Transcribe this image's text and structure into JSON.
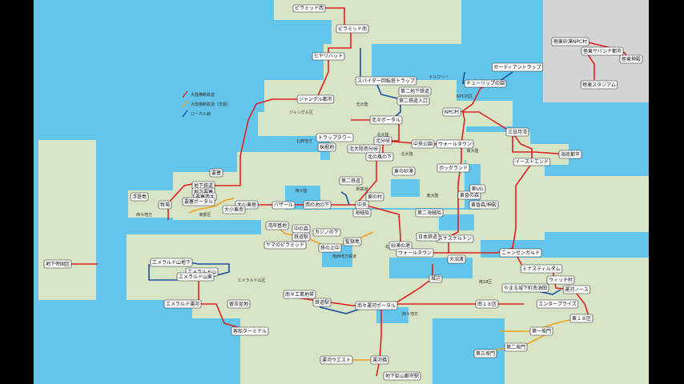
{
  "colors": {
    "sea": "#63c5ec",
    "land": "#d8e4c6",
    "offmap": "#d4d4d4",
    "main": "#e02020",
    "branch": "#f0a020",
    "local": "#1a4ea0",
    "border": "#000000"
  },
  "legend": {
    "items": [
      {
        "label": "大陸横断鉄道",
        "color": "#e02020"
      },
      {
        "label": "大陸横断鉄道（支線）",
        "color": "#f0a020"
      },
      {
        "label": "ローカル線",
        "color": "#1a4ea0"
      }
    ]
  },
  "stations": [
    {
      "id": "s01",
      "name": "ピラミッド西"
    },
    {
      "id": "s02",
      "name": "ピラミッド南"
    },
    {
      "id": "s03",
      "name": "ヒヤリハット"
    },
    {
      "id": "s04",
      "name": "ガーディアントラップ"
    },
    {
      "id": "s05",
      "name": "スパイダー回転塔トラップ"
    },
    {
      "id": "s06",
      "name": "チューリップの園"
    },
    {
      "id": "s07",
      "name": "第二地下鉄道"
    },
    {
      "id": "s08",
      "name": "第二鉄道入口"
    },
    {
      "id": "s09",
      "name": "ジャングル都市"
    },
    {
      "id": "s10",
      "name": "北々ポータル"
    },
    {
      "id": "s11",
      "name": "NPC村"
    },
    {
      "id": "s12",
      "name": "三日月湾"
    },
    {
      "id": "s13",
      "name": "海底都市"
    },
    {
      "id": "s14",
      "name": "トラップタワー"
    },
    {
      "id": "s15",
      "name": "北分岐"
    },
    {
      "id": "s16",
      "name": "中央公園"
    },
    {
      "id": "s17",
      "name": "ウォールタウン"
    },
    {
      "id": "s18",
      "name": "採掘地"
    },
    {
      "id": "s19",
      "name": "北大陸南分岐"
    },
    {
      "id": "s20",
      "name": "北の風の下"
    },
    {
      "id": "s21",
      "name": "イーストエンド"
    },
    {
      "id": "s22",
      "name": "要塞"
    },
    {
      "id": "s23",
      "name": "東の砂漠"
    },
    {
      "id": "s24",
      "name": "ボッグランド"
    },
    {
      "id": "s25",
      "name": "地下鉄道"
    },
    {
      "id": "s26",
      "name": "地下要塞"
    },
    {
      "id": "s27",
      "name": "要塞西大"
    },
    {
      "id": "s28",
      "name": "要塞ポータル"
    },
    {
      "id": "s29",
      "name": "浮遊島"
    },
    {
      "id": "s30",
      "name": "牧場"
    },
    {
      "id": "s31",
      "name": "大小東極"
    },
    {
      "id": "s32",
      "name": "大小東南"
    },
    {
      "id": "s33",
      "name": "バザール"
    },
    {
      "id": "s34",
      "name": "西の池の下"
    },
    {
      "id": "s35",
      "name": "中央"
    },
    {
      "id": "s36",
      "name": "第二鉄道"
    },
    {
      "id": "s37",
      "name": "東の村"
    },
    {
      "id": "s38",
      "name": "黄昏の森"
    },
    {
      "id": "s39",
      "name": "東UG"
    },
    {
      "id": "s40",
      "name": "黄昏森/神殿"
    },
    {
      "id": "s41",
      "name": "海賊船"
    },
    {
      "id": "s42",
      "name": "第二海賊船"
    },
    {
      "id": "s43",
      "name": "湾岸基地"
    },
    {
      "id": "s44",
      "name": "中の森"
    },
    {
      "id": "s45",
      "name": "鉄道駅"
    },
    {
      "id": "s46",
      "name": "カジノの下"
    },
    {
      "id": "s47",
      "name": "ヤマのピラミッド"
    },
    {
      "id": "s48",
      "name": "鉄の上中"
    },
    {
      "id": "s49",
      "name": "監獄島"
    },
    {
      "id": "s50",
      "name": "砂漠の港"
    },
    {
      "id": "s51",
      "name": "スケスケルトン"
    },
    {
      "id": "s52",
      "name": "日本鉄道"
    },
    {
      "id": "s53",
      "name": "二ャンゼンガルド"
    },
    {
      "id": "s54",
      "name": "大沼渡"
    },
    {
      "id": "s55",
      "name": "地下帝国区"
    },
    {
      "id": "s56",
      "name": "エメラルド山地下"
    },
    {
      "id": "s57",
      "name": "エメラルド山"
    },
    {
      "id": "s58",
      "name": "エメラルド山東"
    },
    {
      "id": "s59",
      "name": "ミナスティルダム"
    },
    {
      "id": "s60",
      "name": "ウィッチ村"
    },
    {
      "id": "s61",
      "name": "やまる城下町南油田"
    },
    {
      "id": "s62",
      "name": "運河ノース"
    },
    {
      "id": "s63",
      "name": "城辺"
    },
    {
      "id": "s64",
      "name": "南々工業地帯"
    },
    {
      "id": "s65",
      "name": "鉄道駅"
    },
    {
      "id": "s66",
      "name": "エメラルド運河"
    },
    {
      "id": "s67",
      "name": "留玉盆地"
    },
    {
      "id": "s68",
      "name": "南々運河ポータル"
    },
    {
      "id": "s69",
      "name": "南１８区"
    },
    {
      "id": "s70",
      "name": "エンタープライズ"
    },
    {
      "id": "s71",
      "name": "東１８区"
    },
    {
      "id": "s72",
      "name": "客船ターミナル"
    },
    {
      "id": "s73",
      "name": "第一埠門"
    },
    {
      "id": "s74",
      "name": "第二埠門"
    },
    {
      "id": "s75",
      "name": "第三埠門"
    },
    {
      "id": "s76",
      "name": "運河ウエスト"
    },
    {
      "id": "s77",
      "name": "運河橋"
    },
    {
      "id": "s78",
      "name": "地下鉱山都市駅"
    },
    {
      "id": "s79",
      "name": "極東砂漠NPC村"
    },
    {
      "id": "s80",
      "name": "極東サバンナ都市"
    },
    {
      "id": "s81",
      "name": "極東神殿"
    },
    {
      "id": "s82",
      "name": "極東スタジアム"
    },
    {
      "id": "s83",
      "name": "ウォールタウン"
    }
  ],
  "places": [
    {
      "id": "p01",
      "name": "北大陸"
    },
    {
      "id": "p02",
      "name": "北大陸"
    },
    {
      "id": "p03",
      "name": "北大陸"
    },
    {
      "id": "p04",
      "name": "ジャングル区"
    },
    {
      "id": "p05",
      "name": "北西地方"
    },
    {
      "id": "p06",
      "name": "西大陸"
    },
    {
      "id": "p07",
      "name": "東大陸"
    },
    {
      "id": "p08",
      "name": "西々地方"
    },
    {
      "id": "p09",
      "name": "東部区"
    },
    {
      "id": "p10",
      "name": "南西地方"
    },
    {
      "id": "p11",
      "name": "南西地方鉄道"
    },
    {
      "id": "p12",
      "name": "東大陸"
    },
    {
      "id": "p13",
      "name": "南々地方"
    },
    {
      "id": "p14",
      "name": "エメラルド山区"
    },
    {
      "id": "p15",
      "name": "南18区"
    },
    {
      "id": "p16",
      "name": "ナルワリー"
    },
    {
      "id": "p17",
      "name": "NPC村区"
    },
    {
      "id": "p18",
      "name": "新鉄道"
    },
    {
      "id": "p19",
      "name": "北大陸"
    },
    {
      "id": "p20",
      "name": "東大陸"
    }
  ]
}
